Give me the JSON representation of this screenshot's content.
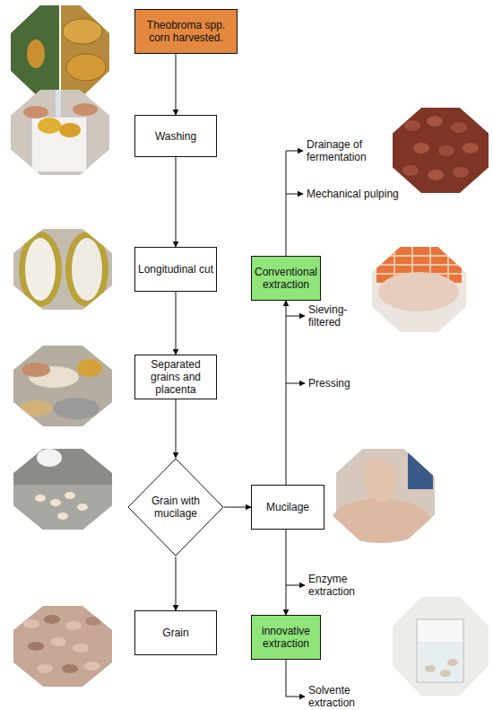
{
  "diagram": {
    "nodes": [
      {
        "text": [
          "Theobroma spp. corn harvested."
        ]
      },
      {
        "text": [
          "Washing"
        ]
      },
      {
        "text": [
          "Longitudinal cut"
        ]
      },
      {
        "text": [
          "Separated grains and placenta"
        ]
      },
      {
        "text": [
          "Grain with mucilage"
        ]
      },
      {
        "text": [
          "Grain"
        ]
      },
      {
        "text": [
          "Mucilage"
        ]
      },
      {
        "text": [
          "Conventional extraction"
        ]
      },
      {
        "text": [
          "innovative extraction"
        ]
      }
    ],
    "edges": [
      {
        "from": 0,
        "to": 1,
        "arrow": "to"
      },
      {
        "from": 1,
        "to": 2,
        "arrow": "to"
      },
      {
        "from": 2,
        "to": 3,
        "arrow": "to"
      },
      {
        "from": 3,
        "to": 4,
        "arrow": "to"
      },
      {
        "from": 4,
        "to": 5,
        "arrow": "to"
      },
      {
        "from": 4,
        "to": 6,
        "arrow": "to"
      },
      {
        "from": 6,
        "to": 7,
        "arrow": "to"
      },
      {
        "from": 6,
        "to": 8,
        "arrow": "to"
      }
    ],
    "labels": [
      "Drainage of fermentation",
      "Mechanical pulping",
      "Sieving-filtered",
      "Pressing",
      "Enzyme extraction",
      "Solvente extraction"
    ]
  }
}
